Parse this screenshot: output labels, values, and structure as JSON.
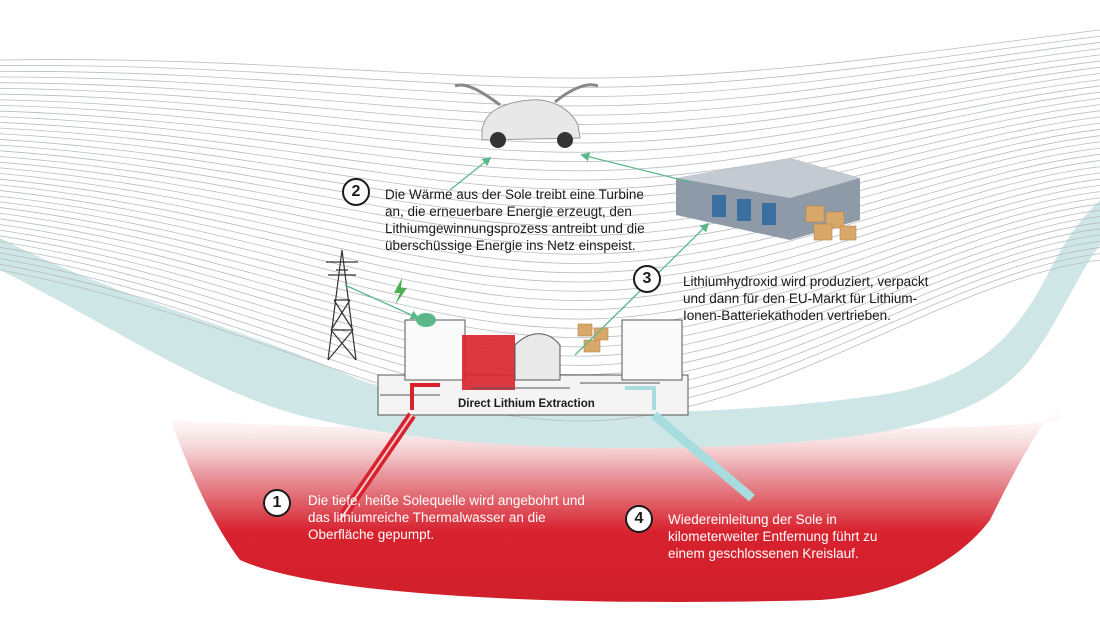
{
  "plant_label": "Direct Lithium Extraction",
  "steps": [
    {
      "number": "1",
      "text": "Die tiefe,  heiße  Solequelle wird angebohrt und das lithiumreiche Thermalwasser an die Oberfläche gepumpt."
    },
    {
      "number": "2",
      "text": "Die Wärme aus der Sole treibt eine Turbine an, die erneuerbare Energie erzeugt, den Lithiumgewinnungsprozess antreibt und die überschüssige Energie ins Netz einspeist."
    },
    {
      "number": "3",
      "text": "Lithiumhydroxid wird produziert, verpackt und dann für den EU-Markt für Lithium-Ionen-Batteriekathoden vertrieben."
    },
    {
      "number": "4",
      "text": "Wiedereinleitung der Sole in kilometerweiter Entfernung führt zu einem geschlossenen Kreislauf."
    }
  ],
  "colors": {
    "brine_red": "#d8222e",
    "surface_teal": "#cfe6e6",
    "arrow_green": "#5cb88a",
    "contour_grey": "#b8bcc0"
  },
  "icons": [
    "car-icon",
    "warehouse-icon",
    "boxes-icon",
    "power-pylon-icon",
    "lightning-icon",
    "plant-icon"
  ]
}
